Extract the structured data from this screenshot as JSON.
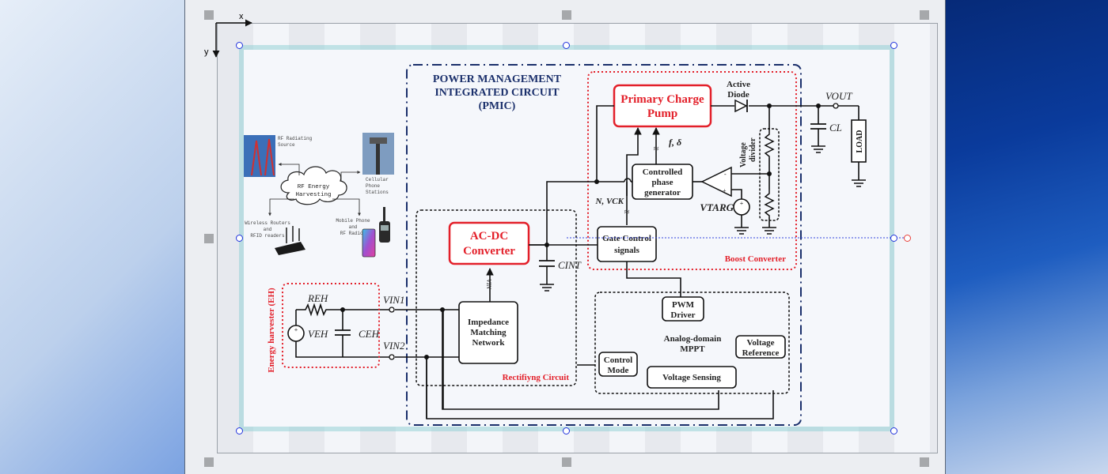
{
  "axes": {
    "x_label": "x",
    "y_label": "y"
  },
  "rf_panel": {
    "cloud_line1": "RF Energy",
    "cloud_line2": "Harvesting",
    "source_line1": "RF Radiating",
    "source_line2": "Source",
    "cell_line1": "Cellular",
    "cell_line2": "Phone",
    "cell_line3": "Stations",
    "router_line1": "Wireless Routers",
    "router_line2": "and",
    "router_line3": "RFID readers",
    "mobile_line1": "Mobile Phone",
    "mobile_line2": "and",
    "mobile_line3": "RF Radios"
  },
  "pmic": {
    "title_line1": "POWER MANAGEMENT",
    "title_line2": "INTEGRATED CIRCUIT",
    "title_line3": "(PMIC)"
  },
  "blocks": {
    "charge_pump_line1": "Primary Charge",
    "charge_pump_line2": "Pump",
    "active_diode_line1": "Active",
    "active_diode_line2": "Diode",
    "vout": "VOUT",
    "cl": "CL",
    "load": "LOAD",
    "voltage_divider_line1": "Voltage",
    "voltage_divider_line2": "divider",
    "f_delta": "f, δ",
    "cpg_line1": "Controlled",
    "cpg_line2": "phase",
    "cpg_line3": "generator",
    "vtarg": "VTARG",
    "n_vck": "N, VCK",
    "gate_line1": "Gate Control",
    "gate_line2": "signals",
    "boost_label": "Boost Converter",
    "acdc_line1": "AC-DC",
    "acdc_line2": "Converter",
    "cint": "CINT",
    "vin_arrow": "VIN",
    "imn_line1": "Impedance",
    "imn_line2": "Matching",
    "imn_line3": "Network",
    "rectifying_label": "Rectifiyng Circuit",
    "pwm_line1": "PWM",
    "pwm_line2": "Driver",
    "mppt_line1": "Analog-domain",
    "mppt_line2": "MPPT",
    "vref_line1": "Voltage",
    "vref_line2": "Reference",
    "control_line1": "Control",
    "control_line2": "Mode",
    "vsense": "Voltage Sensing"
  },
  "harvester": {
    "label": "Energy harvester (EH)",
    "reh": "REH",
    "veh": "VEH",
    "ceh": "CEH",
    "vin1": "VIN1",
    "vin2": "VIN2"
  },
  "colors": {
    "navy": "#1a2f6b",
    "red": "#e3202a",
    "frame": "#9fd6da",
    "handle": "#2233dd"
  }
}
